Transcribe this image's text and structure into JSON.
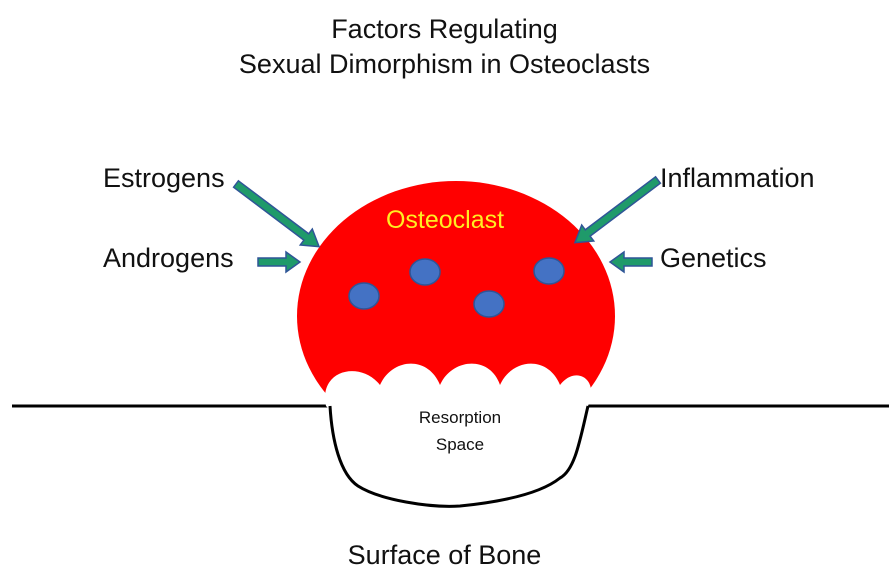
{
  "title": {
    "line1": "Factors Regulating",
    "line2": "Sexual Dimorphism in Osteoclasts"
  },
  "factors": {
    "estrogens": "Estrogens",
    "androgens": "Androgens",
    "inflammation": "Inflammation",
    "genetics": "Genetics"
  },
  "cell": {
    "label": "Osteoclast",
    "resorption_line1": "Resorption",
    "resorption_line2": "Space"
  },
  "bone": {
    "label": "Surface of Bone"
  },
  "colors": {
    "cell_fill": "#ff0000",
    "cell_label": "#ffee22",
    "nucleus": "#4472c4",
    "arrow_fill": "#1f9a6a",
    "arrow_stroke": "#2f5597",
    "line": "#000000"
  }
}
